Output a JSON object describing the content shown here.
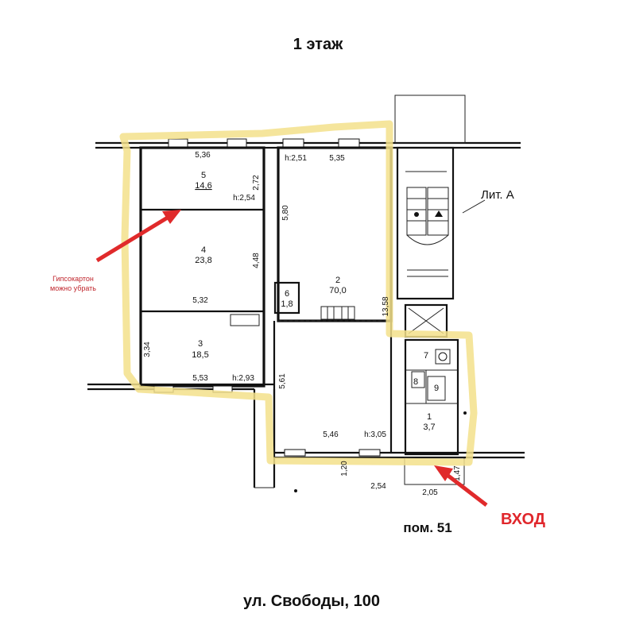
{
  "header": {
    "floor_title": "1  этаж"
  },
  "rooms": [
    {
      "num": "5",
      "area": "14,6"
    },
    {
      "num": "4",
      "area": "23,8"
    },
    {
      "num": "3",
      "area": "18,5"
    },
    {
      "num": "2",
      "area": "70,0"
    },
    {
      "num": "6",
      "area": "1,8"
    },
    {
      "num": "7"
    },
    {
      "num": "8"
    },
    {
      "num": "9"
    },
    {
      "num": "1",
      "area": "3,7"
    }
  ],
  "dimensions": {
    "d536": "5,36",
    "d272": "2,72",
    "h254": "h:2,54",
    "d580": "5,80",
    "h251": "h:2,51",
    "d535": "5,35",
    "d448": "4,48",
    "d532": "5,32",
    "d1358": "13,58",
    "d334": "3,34",
    "d553": "5,53",
    "h293": "h:2,93",
    "d561": "5,61",
    "d546": "5,46",
    "h305": "h:3,05",
    "d120": "1,20",
    "d254": "2,54",
    "d205": "2,05",
    "d147": "1,47"
  },
  "labels": {
    "lit_a": "Лит. А",
    "note_line1": "Гипсокартон",
    "note_line2": "можно убрать",
    "entry": "ВХОД",
    "premises": "пом. 51",
    "address": "ул. Свободы, 100"
  },
  "colors": {
    "highlight": "#f3e08b",
    "annotation": "#e0262b"
  }
}
